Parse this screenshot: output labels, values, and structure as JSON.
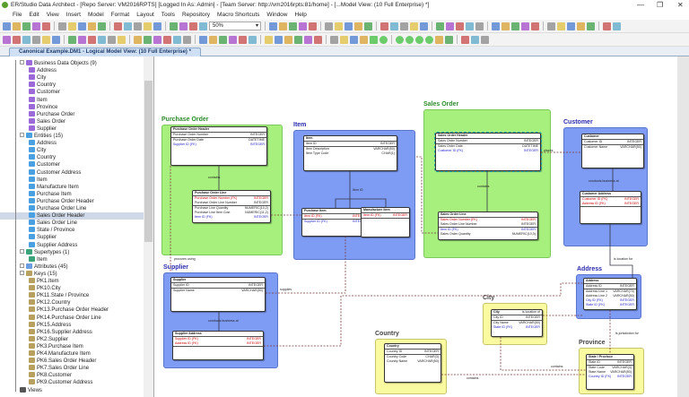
{
  "window": {
    "title": "ER/Studio Data Architect - [Repo Server: VM2016RPTS] [Logged In As: Admin] - [Team Server: http://vm2016rpts:81/home] - [...Model View: (10 Full Enterprise) *]",
    "controls": [
      "—",
      "❐",
      "✕"
    ]
  },
  "menu": [
    "File",
    "Edit",
    "View",
    "Insert",
    "Model",
    "Format",
    "Layout",
    "Tools",
    "Repository",
    "Macro Shortcuts",
    "Window",
    "Help"
  ],
  "toolbar": {
    "zoom": "50%"
  },
  "document_tab": "Canonical Example.DM1 - Logical Model View: (10 Full Enterprise) *",
  "colors": {
    "group_green": "#a8f07e",
    "group_blue": "#7f9cf5",
    "group_yellow": "#fafaa0",
    "pk_fk": "#cc0000",
    "fk": "#2222cc"
  },
  "tree": [
    {
      "label": "Business Data Objects (9)",
      "level": 0,
      "icon": "business-object-icon"
    },
    {
      "label": "Address",
      "level": 1,
      "icon": "business-object-icon"
    },
    {
      "label": "City",
      "level": 1,
      "icon": "business-object-icon"
    },
    {
      "label": "Country",
      "level": 1,
      "icon": "business-object-icon"
    },
    {
      "label": "Customer",
      "level": 1,
      "icon": "business-object-icon"
    },
    {
      "label": "Item",
      "level": 1,
      "icon": "business-object-icon"
    },
    {
      "label": "Province",
      "level": 1,
      "icon": "business-object-icon"
    },
    {
      "label": "Purchase Order",
      "level": 1,
      "icon": "business-object-icon"
    },
    {
      "label": "Sales Order",
      "level": 1,
      "icon": "business-object-icon"
    },
    {
      "label": "Supplier",
      "level": 1,
      "icon": "business-object-icon"
    },
    {
      "label": "Entities (15)",
      "level": 0,
      "icon": "entity-icon"
    },
    {
      "label": "Address",
      "level": 1,
      "icon": "entity-icon"
    },
    {
      "label": "City",
      "level": 1,
      "icon": "entity-icon"
    },
    {
      "label": "Country",
      "level": 1,
      "icon": "entity-icon"
    },
    {
      "label": "Customer",
      "level": 1,
      "icon": "entity-icon"
    },
    {
      "label": "Customer Address",
      "level": 1,
      "icon": "entity-icon"
    },
    {
      "label": "Item",
      "level": 1,
      "icon": "entity-icon"
    },
    {
      "label": "Manufacture Item",
      "level": 1,
      "icon": "entity-icon"
    },
    {
      "label": "Purchase Item",
      "level": 1,
      "icon": "entity-icon"
    },
    {
      "label": "Purchase Order Header",
      "level": 1,
      "icon": "entity-icon"
    },
    {
      "label": "Purchase Order Line",
      "level": 1,
      "icon": "entity-icon"
    },
    {
      "label": "Sales Order Header",
      "level": 1,
      "icon": "entity-icon",
      "selected": true
    },
    {
      "label": "Sales Order Line",
      "level": 1,
      "icon": "entity-icon"
    },
    {
      "label": "State / Province",
      "level": 1,
      "icon": "entity-icon"
    },
    {
      "label": "Supplier",
      "level": 1,
      "icon": "entity-icon"
    },
    {
      "label": "Supplier Address",
      "level": 1,
      "icon": "entity-icon"
    },
    {
      "label": "Supertypes (1)",
      "level": 0,
      "icon": "supertype-icon"
    },
    {
      "label": "Item",
      "level": 1,
      "icon": "supertype-icon"
    },
    {
      "label": "Attributes (45)",
      "level": 0,
      "icon": "attribute-icon"
    },
    {
      "label": "Keys (15)",
      "level": 0,
      "icon": "key-icon"
    },
    {
      "label": "PK1.Item",
      "level": 1,
      "icon": "key-icon"
    },
    {
      "label": "PK10.City",
      "level": 1,
      "icon": "key-icon"
    },
    {
      "label": "PK11.State / Province",
      "level": 1,
      "icon": "key-icon"
    },
    {
      "label": "PK12.Country",
      "level": 1,
      "icon": "key-icon"
    },
    {
      "label": "PK13.Purchase Order Header",
      "level": 1,
      "icon": "key-icon"
    },
    {
      "label": "PK14.Purchase Order Line",
      "level": 1,
      "icon": "key-icon"
    },
    {
      "label": "PK15.Address",
      "level": 1,
      "icon": "key-icon"
    },
    {
      "label": "PK16.Supplier Address",
      "level": 1,
      "icon": "key-icon"
    },
    {
      "label": "PK2.Supplier",
      "level": 1,
      "icon": "key-icon"
    },
    {
      "label": "PK3.Purchase Item",
      "level": 1,
      "icon": "key-icon"
    },
    {
      "label": "PK4.Manufacture Item",
      "level": 1,
      "icon": "key-icon"
    },
    {
      "label": "PK6.Sales Order Header",
      "level": 1,
      "icon": "key-icon"
    },
    {
      "label": "PK7.Sales Order Line",
      "level": 1,
      "icon": "key-icon"
    },
    {
      "label": "PK8.Customer",
      "level": 1,
      "icon": "key-icon"
    },
    {
      "label": "PK9.Customer Address",
      "level": 1,
      "icon": "key-icon"
    },
    {
      "label": "Views",
      "level": 0,
      "icon": "view-icon"
    }
  ],
  "groups": [
    {
      "label": "Purchase Order",
      "color": "green",
      "entities": [
        {
          "name": "Purchase Order Header",
          "pk": [
            [
              "Purchase Order Number",
              "INTEGER",
              ""
            ]
          ],
          "attrs": [
            [
              "Purchase Order Date",
              "DATETIME",
              ""
            ],
            [
              "Supplier ID (FK)",
              "INTEGER",
              "fk"
            ]
          ]
        },
        {
          "name": "Purchase Order Line",
          "pk": [
            [
              "Purchase Order Number (FK)",
              "INTEGER",
              "pkfk"
            ],
            [
              "Purchase Order Line Number",
              "INTEGER",
              ""
            ]
          ],
          "attrs": [
            [
              "Purchase Line Quantity",
              "NUMERIC(10,2)",
              ""
            ],
            [
              "Purchase Line Item Cost",
              "NUMERIC(11,2)",
              ""
            ],
            [
              "Item ID (FK)",
              "INTEGER",
              "fk"
            ]
          ]
        }
      ]
    },
    {
      "label": "Item",
      "color": "blue",
      "entities": [
        {
          "name": "Item",
          "pk": [
            [
              "Item ID",
              "INTEGER",
              ""
            ]
          ],
          "attrs": [
            [
              "Item Description",
              "VARCHAR(50)",
              ""
            ],
            [
              "Item Type Code",
              "CHAR(1)",
              ""
            ]
          ]
        },
        {
          "name": "Purchase Item",
          "pk": [
            [
              "Item ID (FK)",
              "INTEGER",
              "pkfk"
            ]
          ],
          "attrs": [
            [
              "Supplier ID (FK)",
              "INTEGER",
              "fk"
            ]
          ]
        },
        {
          "name": "Manufacture Item",
          "pk": [
            [
              "Item ID (FK)",
              "INTEGER",
              "pkfk"
            ]
          ],
          "attrs": []
        }
      ]
    },
    {
      "label": "Sales Order",
      "color": "green",
      "entities": [
        {
          "name": "Sales Order Header",
          "selected": true,
          "pk": [
            [
              "Sales Order Number",
              "INTEGER",
              ""
            ]
          ],
          "attrs": [
            [
              "Sales Order Date",
              "DATETIME",
              ""
            ],
            [
              "Customer ID (FK)",
              "INTEGER",
              "fk"
            ]
          ]
        },
        {
          "name": "Sales Order Line",
          "pk": [
            [
              "Sales Order Number (FK)",
              "INTEGER",
              "pkfk"
            ],
            [
              "Sales Order Line Number",
              "INTEGER",
              ""
            ]
          ],
          "attrs": [
            [
              "Item ID (FK)",
              "INTEGER",
              "fk"
            ],
            [
              "Sales Order Quantity",
              "NUMERIC(10,0)",
              ""
            ]
          ]
        }
      ]
    },
    {
      "label": "Customer",
      "color": "blue",
      "entities": [
        {
          "name": "Customer",
          "pk": [
            [
              "Customer ID",
              "INTEGER",
              ""
            ]
          ],
          "attrs": [
            [
              "Customer Name",
              "VARCHAR(50)",
              ""
            ]
          ]
        },
        {
          "name": "Customer Address",
          "pk": [
            [
              "Customer ID (FK)",
              "INTEGER",
              "pkfk"
            ],
            [
              "Address ID (FK)",
              "INTEGER",
              "pkfk"
            ]
          ],
          "attrs": []
        }
      ]
    },
    {
      "label": "Supplier",
      "color": "blue",
      "entities": [
        {
          "name": "Supplier",
          "pk": [
            [
              "Supplier ID",
              "INTEGER",
              ""
            ]
          ],
          "attrs": [
            [
              "Supplier Name",
              "VARCHAR(50)",
              ""
            ]
          ]
        },
        {
          "name": "Supplier Address",
          "pk": [
            [
              "Supplier ID (FK)",
              "INTEGER",
              "pkfk"
            ],
            [
              "Address ID (FK)",
              "INTEGER",
              "pkfk"
            ]
          ],
          "attrs": []
        }
      ]
    },
    {
      "label": "Country",
      "color": "yellow",
      "entities": [
        {
          "name": "Country",
          "pk": [
            [
              "Country ID",
              "INTEGER",
              ""
            ]
          ],
          "attrs": [
            [
              "Country Code",
              "CHAR(3)",
              ""
            ],
            [
              "Country Name",
              "VARCHAR(50)",
              ""
            ]
          ]
        }
      ]
    },
    {
      "label": "City",
      "color": "yellow",
      "entities": [
        {
          "name": "City",
          "pk": [
            [
              "City ID",
              "INTEGER",
              ""
            ]
          ],
          "attrs": [
            [
              "City Name",
              "VARCHAR(50)",
              ""
            ],
            [
              "State ID (FK)",
              "INTEGER",
              "fk"
            ]
          ]
        }
      ]
    },
    {
      "label": "Address",
      "color": "blue",
      "entities": [
        {
          "name": "Address",
          "pk": [
            [
              "Address ID",
              "INTEGER",
              ""
            ]
          ],
          "attrs": [
            [
              "Address Line 1",
              "VARCHAR(70)",
              ""
            ],
            [
              "Address Line 2",
              "VARCHAR(50)",
              ""
            ],
            [
              "City ID (FK)",
              "INTEGER",
              "fk"
            ],
            [
              "State ID (FK)",
              "INTEGER",
              "fk"
            ]
          ]
        }
      ]
    },
    {
      "label": "Province",
      "color": "yellow",
      "entities": [
        {
          "name": "State / Province",
          "pk": [
            [
              "State ID",
              "INTEGER",
              ""
            ]
          ],
          "attrs": [
            [
              "State Code",
              "VARCHAR(3)",
              ""
            ],
            [
              "State Name",
              "VARCHAR(50)",
              ""
            ],
            [
              "Country ID (FK)",
              "INTEGER",
              "fk"
            ]
          ]
        }
      ]
    }
  ],
  "relationship_labels": [
    "contains",
    "Item ID",
    "contains",
    "places",
    "conducts business at",
    "procures using",
    "supplies",
    "conducts business at",
    "is location for",
    "is location of",
    "is jurisdiction for",
    "contains",
    "contains"
  ]
}
